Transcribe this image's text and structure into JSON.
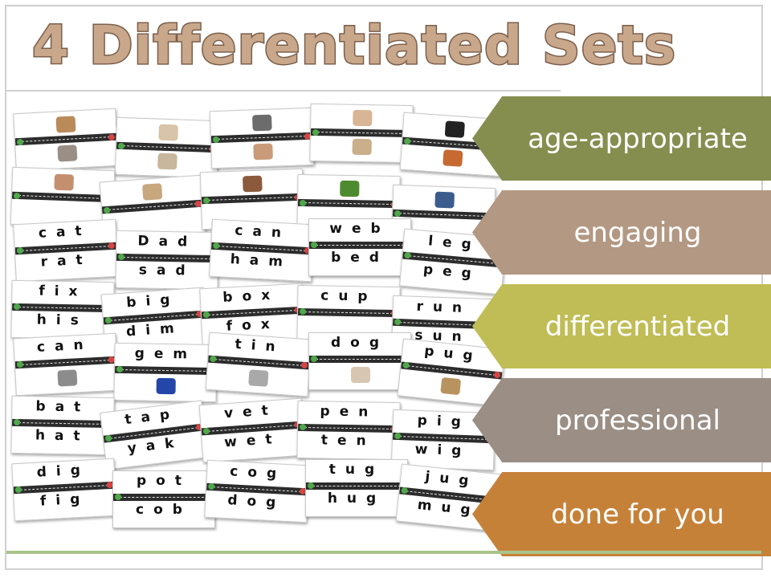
{
  "title": "4 Differentiated Sets",
  "banners": [
    {
      "label": "age-appropriate",
      "color": "#858e4f"
    },
    {
      "label": "engaging",
      "color": "#b39883"
    },
    {
      "label": "differentiated",
      "color": "#c0bd56"
    },
    {
      "label": "professional",
      "color": "#9a8e85"
    },
    {
      "label": "done for you",
      "color": "#c68139"
    }
  ],
  "word_cards": [
    {
      "top": "cat",
      "bottom": "rat"
    },
    {
      "top": "Dad",
      "bottom": "sad"
    },
    {
      "top": "can",
      "bottom": "ham"
    },
    {
      "top": "web",
      "bottom": "bed"
    },
    {
      "top": "leg",
      "bottom": "peg"
    },
    {
      "top": "fix",
      "bottom": "his"
    },
    {
      "top": "big",
      "bottom": "dim"
    },
    {
      "top": "box",
      "bottom": "fox"
    },
    {
      "top": "cup",
      "bottom": ""
    },
    {
      "top": "run",
      "bottom": "sun"
    },
    {
      "top": "can",
      "bottom": ""
    },
    {
      "top": "gem",
      "bottom": ""
    },
    {
      "top": "tin",
      "bottom": ""
    },
    {
      "top": "dog",
      "bottom": ""
    },
    {
      "top": "pug",
      "bottom": ""
    },
    {
      "top": "bat",
      "bottom": "hat"
    },
    {
      "top": "tap",
      "bottom": "yak"
    },
    {
      "top": "vet",
      "bottom": "wet"
    },
    {
      "top": "pen",
      "bottom": "ten"
    },
    {
      "top": "pig",
      "bottom": "wig"
    },
    {
      "top": "dig",
      "bottom": "fig"
    },
    {
      "top": "pot",
      "bottom": "cob"
    },
    {
      "top": "cog",
      "bottom": "dog"
    },
    {
      "top": "tug",
      "bottom": "hug"
    },
    {
      "top": "jug",
      "bottom": "mug"
    }
  ]
}
